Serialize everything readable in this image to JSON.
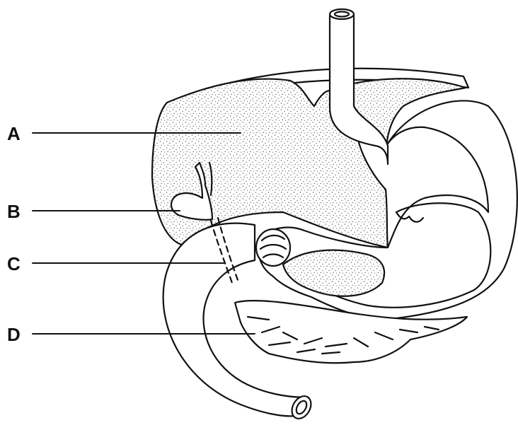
{
  "labels": [
    {
      "id": "A",
      "text": "A"
    },
    {
      "id": "B",
      "text": "B"
    },
    {
      "id": "C",
      "text": "C"
    },
    {
      "id": "D",
      "text": "D"
    }
  ],
  "colors": {
    "line": "#111111",
    "background": "#ffffff",
    "stipple": "#6a6a6a"
  }
}
